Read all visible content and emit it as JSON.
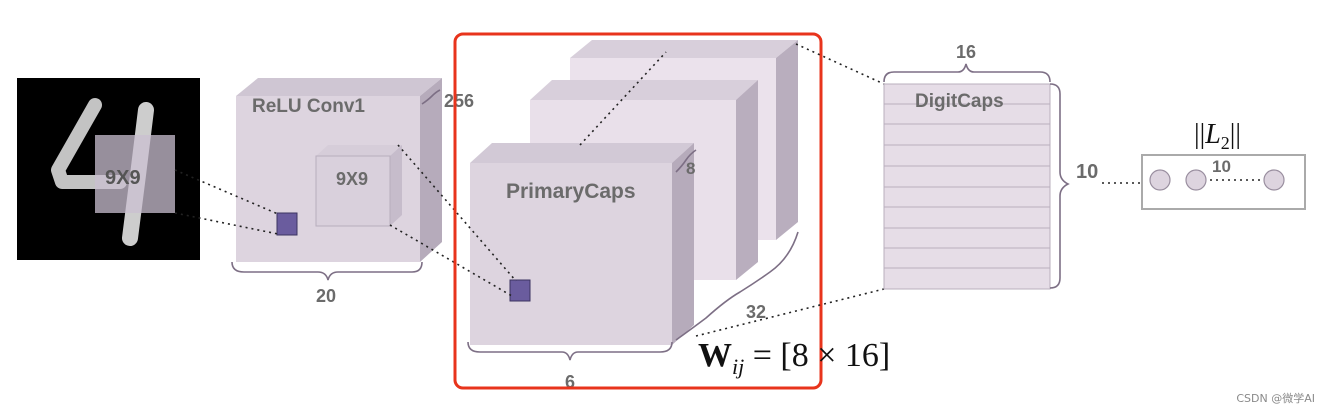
{
  "input_image": {
    "kernel_label": "9X9",
    "digit": "4"
  },
  "conv1": {
    "title": "ReLU Conv1",
    "kernel_label": "9X9",
    "depth_label": "256",
    "width_label": "20"
  },
  "primary_caps": {
    "title": "PrimaryCaps",
    "vector_dim_label": "8",
    "channels_label": "32",
    "grid_label": "6"
  },
  "weight_formula": {
    "bold_w": "W",
    "subscript": "ij",
    "rest": " = [8 × 16]"
  },
  "digit_caps": {
    "title": "DigitCaps",
    "dim_label": "16",
    "count_label": "10"
  },
  "output": {
    "norm_prefix": "||",
    "norm_var": "L",
    "norm_sub": "2",
    "norm_suffix": "||",
    "count_label": "10"
  },
  "watermark": "CSDN @微学AI",
  "colors": {
    "highlight_box": "#e8341c",
    "cube_face": "#e4dbe6",
    "capsule": "#6a5c9e",
    "brace": "#7d6f85"
  }
}
